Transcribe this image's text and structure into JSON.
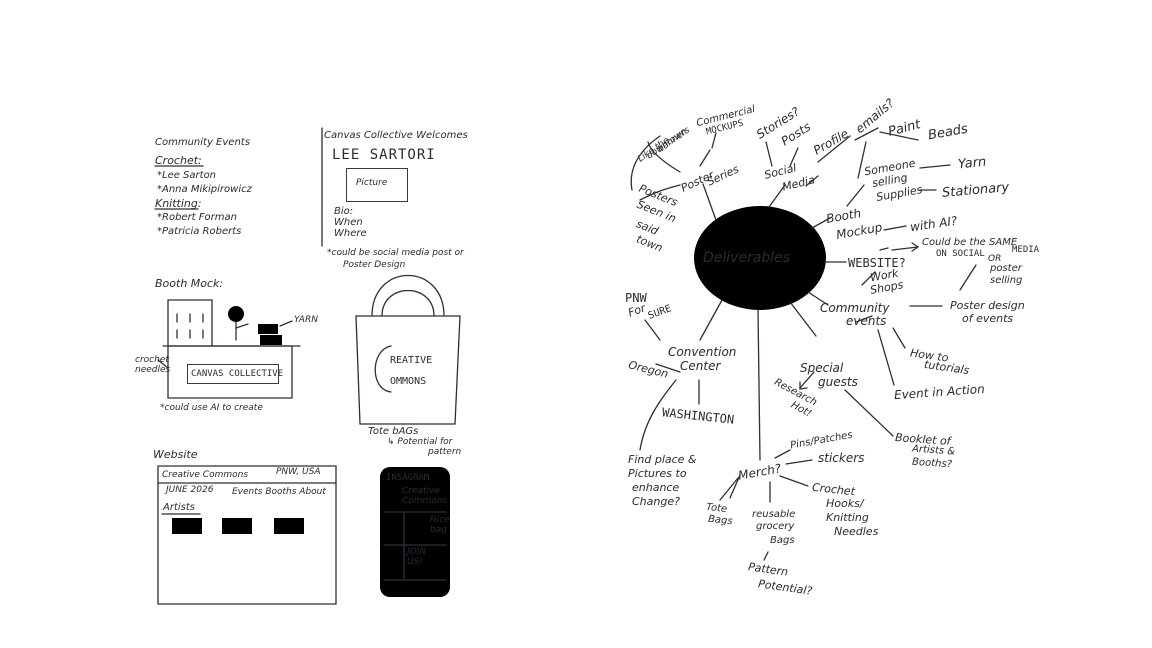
{
  "sketches": {
    "community_events": {
      "title": "Community Events",
      "crochet_heading": "Crochet:",
      "crochet_people": [
        "*Lee Sarton",
        "*Anna Mikipirowicz"
      ],
      "knitting_heading": "Knitting:",
      "knitting_people": [
        "*Robert Forman",
        "*Patricia Roberts"
      ]
    },
    "social_post": {
      "welcome": "Canvas Collective Welcomes",
      "name": "LEE SARTORI",
      "picture": "Picture",
      "bio": [
        "Bio:",
        "When",
        "Where"
      ],
      "note1": "*could be social media post or",
      "note2": "Poster Design"
    },
    "booth_mock": {
      "title": "Booth Mock:",
      "yarn": "YARN",
      "crochet_needles": [
        "crochet",
        "needles"
      ],
      "sign": "CANVAS COLLECTIVE",
      "note": "*could use AI to create"
    },
    "tote": {
      "bag_text": [
        "REATIVE",
        "OMMONS"
      ],
      "label": "Tote bAGs",
      "note": [
        "↳ Potential for",
        "pattern"
      ]
    },
    "website": {
      "title": "Website",
      "site_name": "Creative Commons",
      "location": "PNW, USA",
      "date": "JUNE 2026",
      "nav": "Events Booths About",
      "artists": "Artists"
    },
    "phone": {
      "app": "INSAGRAM",
      "account": [
        "Creative",
        "Commons"
      ],
      "post_a": [
        "Nice",
        "bag"
      ],
      "post_b": [
        "JOIN",
        "US!"
      ]
    }
  },
  "mindmap": {
    "center": "Deliverables",
    "labels": {
      "like_downtown": [
        "Like the",
        "downtown",
        "banners"
      ],
      "commercial": [
        "Commercial",
        "MOCKUPS"
      ],
      "stories": "Stories?",
      "posts": "Posts",
      "profile": "Profile",
      "emails": "emails?",
      "paint": "Paint",
      "beads": "Beads",
      "someone_selling": [
        "Someone",
        "selling",
        "Supplies"
      ],
      "yarn": "Yarn",
      "stationary": "Stationary",
      "poster_series": [
        "Poster",
        "Series"
      ],
      "posters_seen": [
        "Posters",
        "Seen in",
        "said",
        "town"
      ],
      "social_media": [
        "Social",
        "Media"
      ],
      "booth_mockup": [
        "Booth",
        "Mockup"
      ],
      "with_ai": "with AI?",
      "could_be_same": "Could be the SAME",
      "on_social": "ON SOCIAL",
      "media_poster": [
        "MEDIA",
        "OR",
        "poster",
        "selling"
      ],
      "website": "WEBSITE?",
      "work_shops": [
        "Work",
        "Shops"
      ],
      "pnw_for_sure": [
        "PNW",
        "For",
        "SURE"
      ],
      "community_events": [
        "Community",
        "events"
      ],
      "poster_design": [
        "Poster design",
        "of events"
      ],
      "how_to": [
        "How to",
        "tutorials"
      ],
      "convention_center": [
        "Convention",
        "Center"
      ],
      "oregon": "Oregon",
      "washington": "WASHINGTON",
      "special_guests": [
        "Special",
        "guests"
      ],
      "research_hot": [
        "Research",
        "Hot!"
      ],
      "event_in_action": "Event in Action",
      "booklet": [
        "Booklet of",
        "Artists &",
        "Booths?"
      ],
      "find_place": [
        "Find place &",
        "Pictures to",
        "enhance",
        "Change?"
      ],
      "pins": "Pins/Patches",
      "stickers": "stickers",
      "merch": "Merch?",
      "tote_bags": [
        "Tote",
        "Bags"
      ],
      "reusable": [
        "reusable",
        "grocery",
        "Bags"
      ],
      "crochet_hooks": [
        "Crochet",
        "Hooks/",
        "Knitting",
        "Needles"
      ],
      "pattern_potential": [
        "Pattern",
        "Potential?"
      ]
    }
  }
}
